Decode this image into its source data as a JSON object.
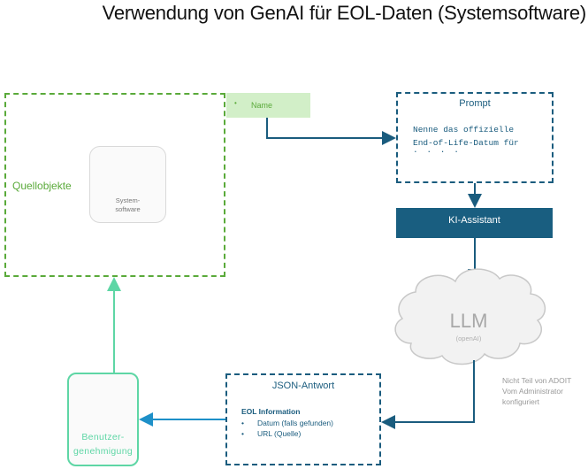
{
  "title": "Verwendung von GenAI für EOL-Daten (Systemsoftware)",
  "source_objects": {
    "label": "Quellobjekte",
    "card_label_line1": "System-",
    "card_label_line2": "software",
    "card_icon": "overlapping-circles-icon"
  },
  "attribute": {
    "bullet": "•",
    "label": "Name"
  },
  "prompt": {
    "title": "Prompt",
    "text": "Nenne das offizielle\nEnd-of-Life-Datum für",
    "truncated": ". . . ."
  },
  "assistant": {
    "label": "KI-Assistant"
  },
  "llm": {
    "label": "LLM",
    "sub": "(openAI)",
    "note_lines": [
      "Nicht Teil von ADOIT",
      "Vom Administrator",
      "konfiguriert"
    ]
  },
  "json_response": {
    "title": "JSON-Antwort",
    "heading": "EOL Information",
    "items": [
      "Datum (falls gefunden)",
      "URL (Quelle)"
    ],
    "bullet": "•"
  },
  "user_approval": {
    "label_line1": "Benutzer-",
    "label_line2": "genehmigung",
    "icon": "user-avatar-icon"
  },
  "colors": {
    "green": "#5aaa3a",
    "light_green_fill": "#d2efc8",
    "dark_blue": "#1a5c7e",
    "teal": "#5ed6a5",
    "cyan_arrow": "#1e90c8"
  }
}
